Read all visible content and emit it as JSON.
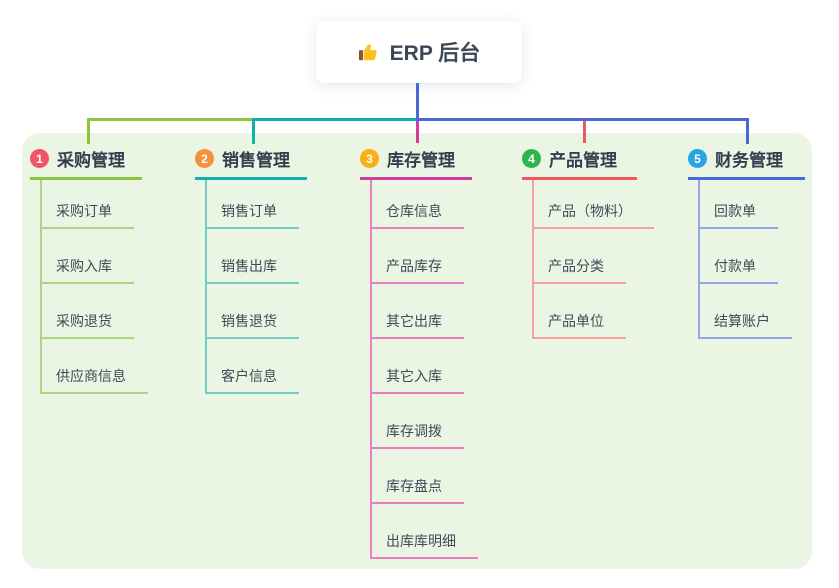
{
  "root": {
    "title": "ERP 后台",
    "icon": "thumbs-up-icon"
  },
  "colors": {
    "panel_bg": "#eaf6e3",
    "root_connector": "#4a69d9",
    "text_dark": "#333d4d",
    "text_item": "#3f4a56"
  },
  "branches": [
    {
      "badge": "1",
      "label": "采购管理",
      "badge_color": "#f25568",
      "line_color": "#8cc63f",
      "sub_line_color": "#aed584",
      "items": [
        "采购订单",
        "采购入库",
        "采购退货",
        "供应商信息"
      ]
    },
    {
      "badge": "2",
      "label": "销售管理",
      "badge_color": "#f7903e",
      "line_color": "#12b2ac",
      "sub_line_color": "#72ccc6",
      "items": [
        "销售订单",
        "销售出库",
        "销售退货",
        "客户信息"
      ]
    },
    {
      "badge": "3",
      "label": "库存管理",
      "badge_color": "#fbae17",
      "line_color": "#d23c9e",
      "sub_line_color": "#e77fc0",
      "items": [
        "仓库信息",
        "产品库存",
        "其它出库",
        "其它入库",
        "库存调拨",
        "库存盘点",
        "出库库明细"
      ]
    },
    {
      "badge": "4",
      "label": "产品管理",
      "badge_color": "#2eb54e",
      "line_color": "#f0565d",
      "sub_line_color": "#f8a09c",
      "items": [
        "产品（物料）",
        "产品分类",
        "产品单位"
      ]
    },
    {
      "badge": "5",
      "label": "财务管理",
      "badge_color": "#27a5e5",
      "line_color": "#4a69d9",
      "sub_line_color": "#8fa7e6",
      "items": [
        "回款单",
        "付款单",
        "结算账户"
      ]
    }
  ]
}
